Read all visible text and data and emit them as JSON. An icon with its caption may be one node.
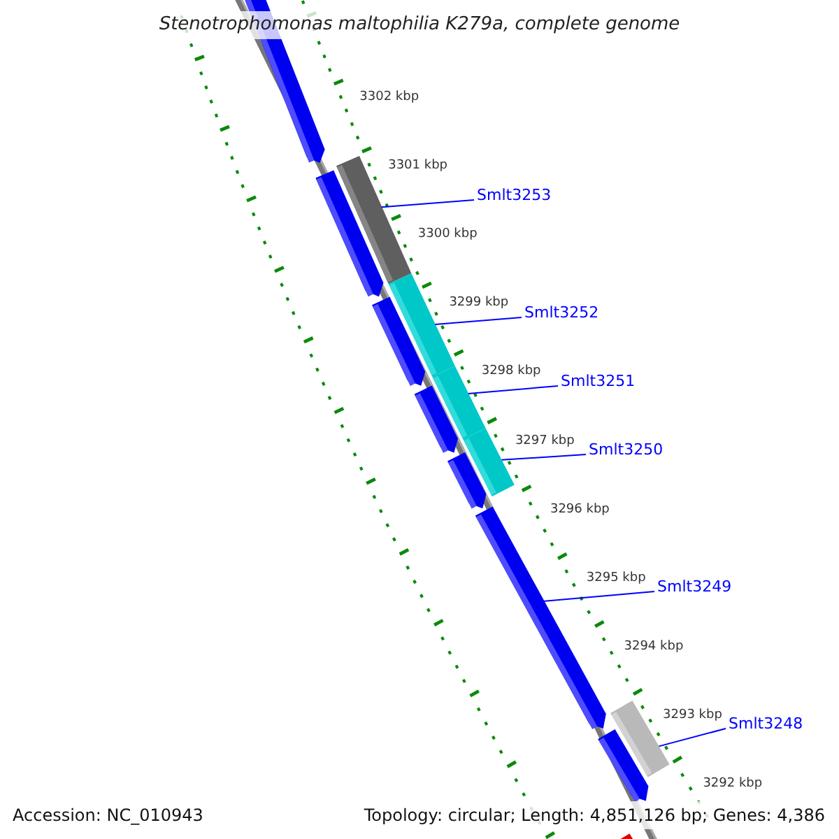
{
  "diagram": {
    "title": "Stenotrophomonas maltophilia K279a, complete genome",
    "nodes": [
      {
        "text": [
          "Smlt3253"
        ]
      },
      {
        "text": [],
        "shape": "bar"
      },
      {
        "text": [
          "Smlt3252"
        ]
      },
      {
        "text": [],
        "shape": "bar"
      },
      {
        "text": [
          "Smlt3251"
        ]
      },
      {
        "text": [],
        "shape": "bar"
      },
      {
        "text": [
          "Smlt3250"
        ]
      },
      {
        "text": [],
        "shape": "bar"
      },
      {
        "text": [
          "Smlt3249"
        ]
      },
      {
        "text": [],
        "shape": "bar"
      },
      {
        "text": [
          "Smlt3248"
        ]
      },
      {
        "text": [],
        "shape": "bar"
      }
    ],
    "edges": [
      {
        "from": 0,
        "to": 1,
        "arrow": "none"
      },
      {
        "from": 2,
        "to": 3,
        "arrow": "none"
      },
      {
        "from": 4,
        "to": 5,
        "arrow": "none"
      },
      {
        "from": 6,
        "to": 7,
        "arrow": "none"
      },
      {
        "from": 8,
        "to": 9,
        "arrow": "none"
      },
      {
        "from": 10,
        "to": 11,
        "arrow": "none"
      }
    ],
    "labels": [
      "3302 kbp",
      "3301 kbp",
      "3300 kbp",
      "3299 kbp",
      "3298 kbp",
      "3297 kbp",
      "3296 kbp",
      "3295 kbp",
      "3294 kbp",
      "3293 kbp",
      "3292 kbp",
      "Accession: NC_010943",
      "Topology: circular; Length: 4,851,126 bp; Genes: 4,386"
    ]
  }
}
